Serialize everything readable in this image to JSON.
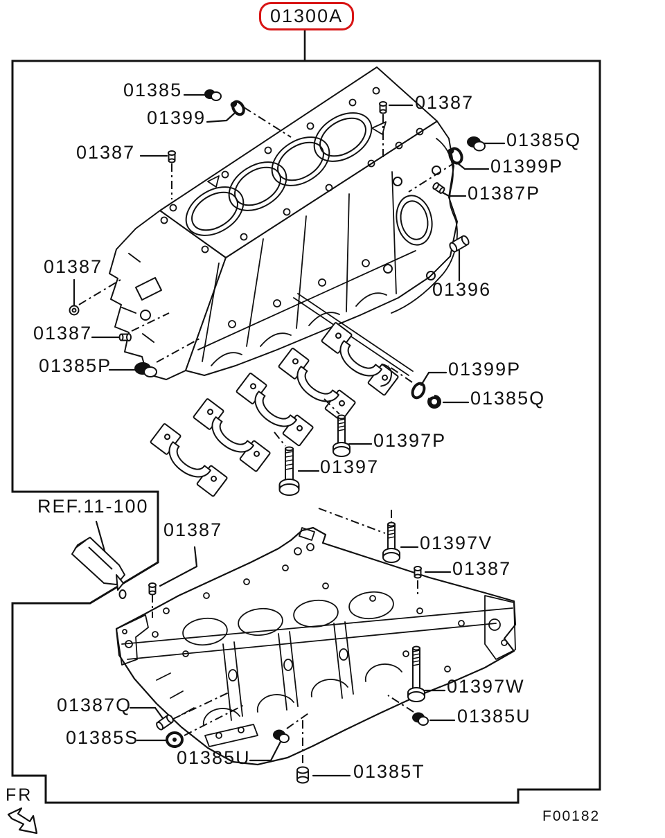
{
  "figure": {
    "callout": "01300A",
    "figure_code": "F00182",
    "fr_label": "FR",
    "ref_label": "REF.11-100"
  },
  "colors": {
    "callout_red": "#d81414",
    "line_black": "#111111"
  },
  "labels": [
    {
      "text": "01385"
    },
    {
      "text": "01399"
    },
    {
      "text": "01387"
    },
    {
      "text": "01387"
    },
    {
      "text": "01385Q"
    },
    {
      "text": "01399P"
    },
    {
      "text": "01387P"
    },
    {
      "text": "01396"
    },
    {
      "text": "01387"
    },
    {
      "text": "01387"
    },
    {
      "text": "01385P"
    },
    {
      "text": "01399P"
    },
    {
      "text": "01385Q"
    },
    {
      "text": "01397P"
    },
    {
      "text": "01397"
    },
    {
      "text": "01387"
    },
    {
      "text": "01397V"
    },
    {
      "text": "01387"
    },
    {
      "text": "01397W"
    },
    {
      "text": "01385U"
    },
    {
      "text": "01387Q"
    },
    {
      "text": "01385S"
    },
    {
      "text": "01385U"
    },
    {
      "text": "01385T"
    }
  ]
}
